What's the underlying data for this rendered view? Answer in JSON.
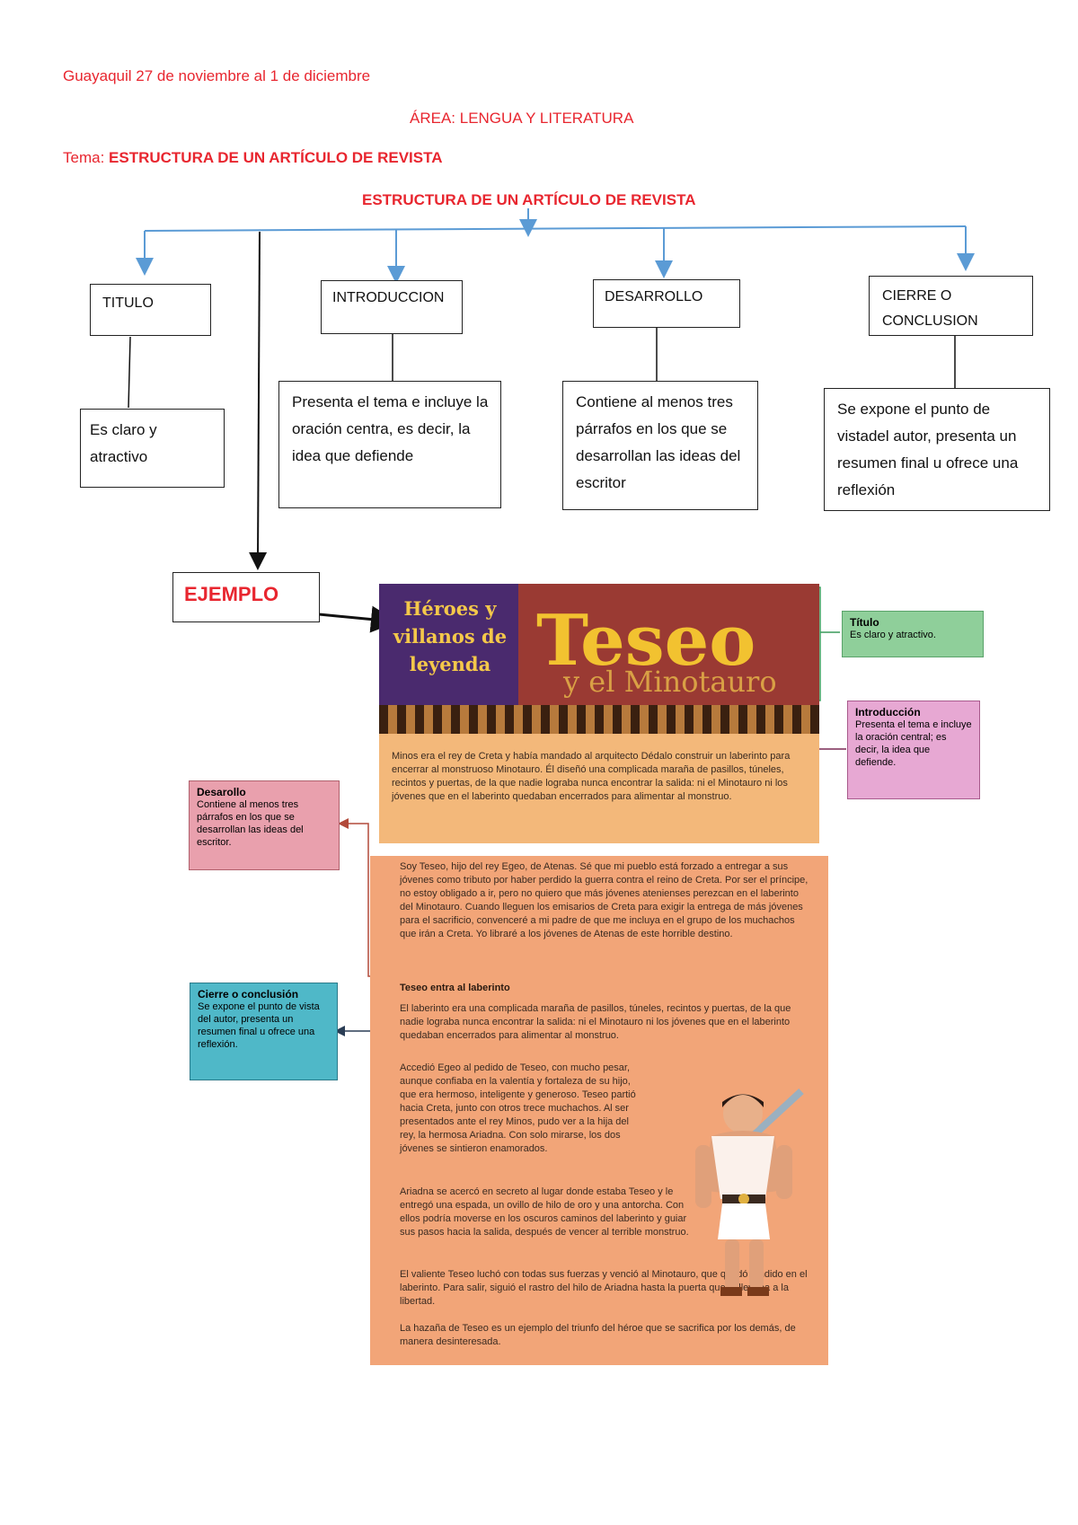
{
  "header": {
    "date_line": "Guayaquil 27 de noviembre al 1 de diciembre",
    "area": "ÁREA: LENGUA Y LITERATURA",
    "tema_label": "Tema:",
    "tema_value": "ESTRUCTURA DE UN ARTÍCULO DE REVISTA"
  },
  "diagram": {
    "root": "ESTRUCTURA DE UN ARTÍCULO DE REVISTA",
    "nodes": [
      {
        "label": "TITULO",
        "description": "Es claro y atractivo"
      },
      {
        "label": "INTRODUCCION",
        "description": "Presenta el tema e incluye la oración centra, es decir, la idea que defiende"
      },
      {
        "label": "DESARROLLO",
        "description": "Contiene al menos tres párrafos en los que se desarrollan las ideas del escritor"
      },
      {
        "label": "CIERRE O CONCLUSION",
        "description": "Se expone el punto de vistadel autor, presenta un resumen final u ofrece una reflexión"
      }
    ],
    "example_label": "EJEMPLO"
  },
  "article": {
    "banner_left": "Héroes y villanos de leyenda",
    "banner_title": "Teseo",
    "banner_subtitle": "y el Minotauro",
    "intro": "Minos era el rey de Creta y había mandado al arquitecto Dédalo construir un laberinto para encerrar al monstruoso Minotauro. Él diseñó una complicada maraña de pasillos, túneles, recintos y puertas, de la que nadie lograba nunca encontrar la salida: ni el Minotauro ni los jóvenes que en el laberinto quedaban encerrados para alimentar al monstruo.",
    "para1": "Soy Teseo, hijo del rey Egeo, de Atenas. Sé que mi pueblo está forzado a entregar a sus jóvenes como tributo por haber perdido la guerra contra el reino de Creta. Por ser el príncipe, no estoy obligado a ir, pero no quiero que más jóvenes atenienses perezcan en el laberinto del Minotauro. Cuando lleguen los emisarios de Creta para exigir la entrega de más jóvenes para el sacrificio, convenceré a mi padre de que me incluya en el grupo de los muchachos que irán a Creta. Yo libraré a los jóvenes de Atenas de este horrible destino.",
    "subheading": "Teseo entra al laberinto",
    "para2": "El laberinto era una complicada maraña de pasillos, túneles, recintos y puertas, de la que nadie lograba nunca encontrar la salida: ni el Minotauro ni los jóvenes que en el laberinto quedaban encerrados para alimentar al monstruo.",
    "para3": "Accedió Egeo al pedido de Teseo, con mucho pesar, aunque confiaba en la valentía y fortaleza de su hijo, que era hermoso, inteligente y generoso. Teseo partió hacia Creta, junto con otros trece muchachos. Al ser presentados ante el rey Minos, pudo ver a la hija del rey, la hermosa Ariadna. Con solo mirarse, los dos jóvenes se sintieron enamorados.",
    "para4": "Ariadna se acercó en secreto al lugar donde estaba Teseo y le entregó una espada, un ovillo de hilo de oro y una antorcha. Con ellos podría moverse en los oscuros caminos del laberinto y guiar sus pasos hacia la salida, después de vencer al terrible monstruo.",
    "para5": "El valiente Teseo luchó con todas sus fuerzas y venció al Minotauro, que quedó tendido en el laberinto. Para salir, siguió el rastro del hilo de Ariadna hasta la puerta que lo llevaba a la libertad.",
    "para6": "La hazaña de Teseo es un ejemplo del triunfo del héroe que se sacrifica por los demás, de manera desinteresada."
  },
  "side_notes": {
    "titulo": {
      "title": "Título",
      "text": "Es claro y atractivo."
    },
    "introduccion": {
      "title": "Introducción",
      "text": "Presenta el tema e incluye la oración central; es decir, la idea que defiende."
    },
    "desarrollo": {
      "title": "Desarollo",
      "text": "Contiene al menos tres párrafos en los que se desarrollan las ideas del escritor."
    },
    "cierre": {
      "title": "Cierre o conclusión",
      "text": "Se expone el punto de vista del autor, presenta un resumen final u ofrece una reflexión."
    }
  },
  "colors": {
    "accent_red": "#e8262f",
    "connector_blue": "#5b9bd5",
    "note_green": "#8fcf9a",
    "note_pink": "#e7a8d3",
    "note_rose": "#e9a0ad",
    "note_cyan": "#4fb8c8"
  }
}
